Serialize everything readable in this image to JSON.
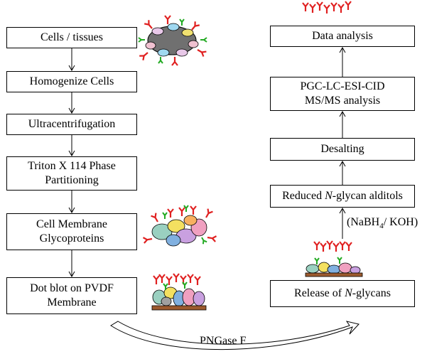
{
  "left_steps": [
    {
      "lines": [
        "Cells / tissues"
      ]
    },
    {
      "lines": [
        "Homogenize Cells"
      ]
    },
    {
      "lines": [
        "Ultracentrifugation"
      ]
    },
    {
      "lines": [
        "Triton X 114 Phase",
        "Partitioning"
      ]
    },
    {
      "lines": [
        "Cell Membrane",
        "Glycoproteins"
      ]
    },
    {
      "lines": [
        "Dot blot on PVDF",
        "Membrane"
      ]
    }
  ],
  "right_steps": {
    "data_analysis": "Data analysis",
    "lc_line1": "PGC-LC-ESI-CID",
    "lc_line2": "MS/MS analysis",
    "desalting": "Desalting",
    "reduced_pre": "Reduced ",
    "reduced_italic": "N",
    "reduced_post": "-glycan alditols",
    "release_pre": "Release of ",
    "release_italic": "N",
    "release_post": "-glycans"
  },
  "reagent": {
    "pre": "(NaBH",
    "sub": "4",
    "post": "/ KOH)"
  },
  "enzyme_label": "PNGase F",
  "colors": {
    "glycan_red": "#e02020",
    "glycan_green": "#22aa22",
    "membrane_brown": "#9c5a2e"
  }
}
